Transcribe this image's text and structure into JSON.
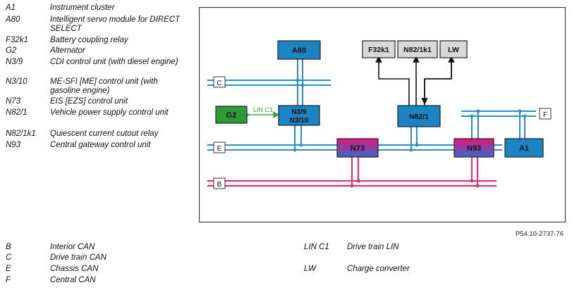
{
  "legend_top": [
    {
      "code": "A1",
      "desc": "Instrument cluster"
    },
    {
      "code": "A80",
      "desc": "Intelligent servo module for DIRECT SELECT"
    },
    {
      "code": "F32k1",
      "desc": "Battery coupling relay"
    },
    {
      "code": "G2",
      "desc": "Alternator"
    },
    {
      "code": "N3/9",
      "desc": "CDI control unit (with diesel engine)"
    },
    {
      "code": "N3/10",
      "desc": "ME-SFI [ME] control unit (with gasoline engine)"
    },
    {
      "code": "N73",
      "desc": "EIS [EZS] control unit"
    },
    {
      "code": "N82/1",
      "desc": "Vehicle power supply control unit"
    },
    {
      "code": "N82/1k1",
      "desc": "Quiescent current cutout relay"
    },
    {
      "code": "N93",
      "desc": "Central gateway control unit"
    }
  ],
  "legend_bottom_left": [
    {
      "code": "B",
      "desc": "Interior CAN"
    },
    {
      "code": "C",
      "desc": "Drive train CAN"
    },
    {
      "code": "E",
      "desc": "Chassis CAN"
    },
    {
      "code": "F",
      "desc": "Central CAN"
    }
  ],
  "legend_bottom_right": [
    {
      "code": "LIN C1",
      "desc": "Drive train LIN"
    },
    {
      "code": "LW",
      "desc": "Charge converter"
    }
  ],
  "diagram": {
    "boxes": {
      "a80": "A80",
      "f32k1": "F32k1",
      "n82k1": "N82/1k1",
      "lw": "LW",
      "g2": "G2",
      "n3_line1": "N3/9",
      "n3_line2": "N3/10",
      "n82": "N82/1",
      "n73": "N73",
      "n93": "N93",
      "a1": "A1"
    },
    "bus_labels": {
      "c": "C",
      "e": "E",
      "b": "B",
      "f": "F"
    },
    "lin_label": "LIN C1"
  },
  "reference": "P54.10-2737-76",
  "colors": {
    "can_blue": "#2a8fc4",
    "can_pink": "#e2307a",
    "box_blue": "#1b84c4",
    "box_pink_top": "#e0197a",
    "box_grey": "#d8d8d8",
    "box_green": "#2d9b36",
    "lin_green": "#36a845"
  }
}
